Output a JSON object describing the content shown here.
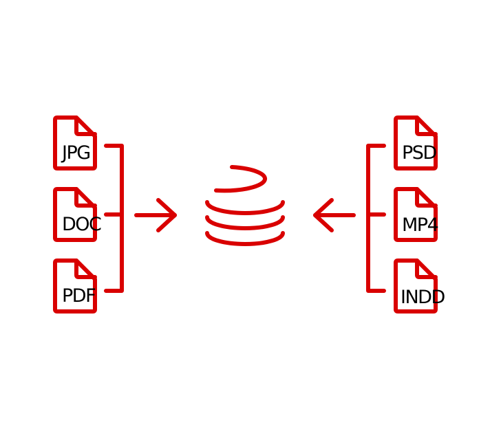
{
  "colors": {
    "accent": "#d90000",
    "label": "#000000",
    "background": "#ffffff"
  },
  "left_files": [
    {
      "label": "JPG",
      "icon": "file-icon"
    },
    {
      "label": "DOC",
      "icon": "file-icon"
    },
    {
      "label": "PDF",
      "icon": "file-icon"
    }
  ],
  "right_files": [
    {
      "label": "PSD",
      "icon": "file-icon"
    },
    {
      "label": "MP4",
      "icon": "file-icon"
    },
    {
      "label": "INDD",
      "icon": "file-icon"
    }
  ],
  "center": {
    "icon": "database-icon"
  },
  "arrows": {
    "left": "arrow-right-icon",
    "right": "arrow-left-icon"
  }
}
